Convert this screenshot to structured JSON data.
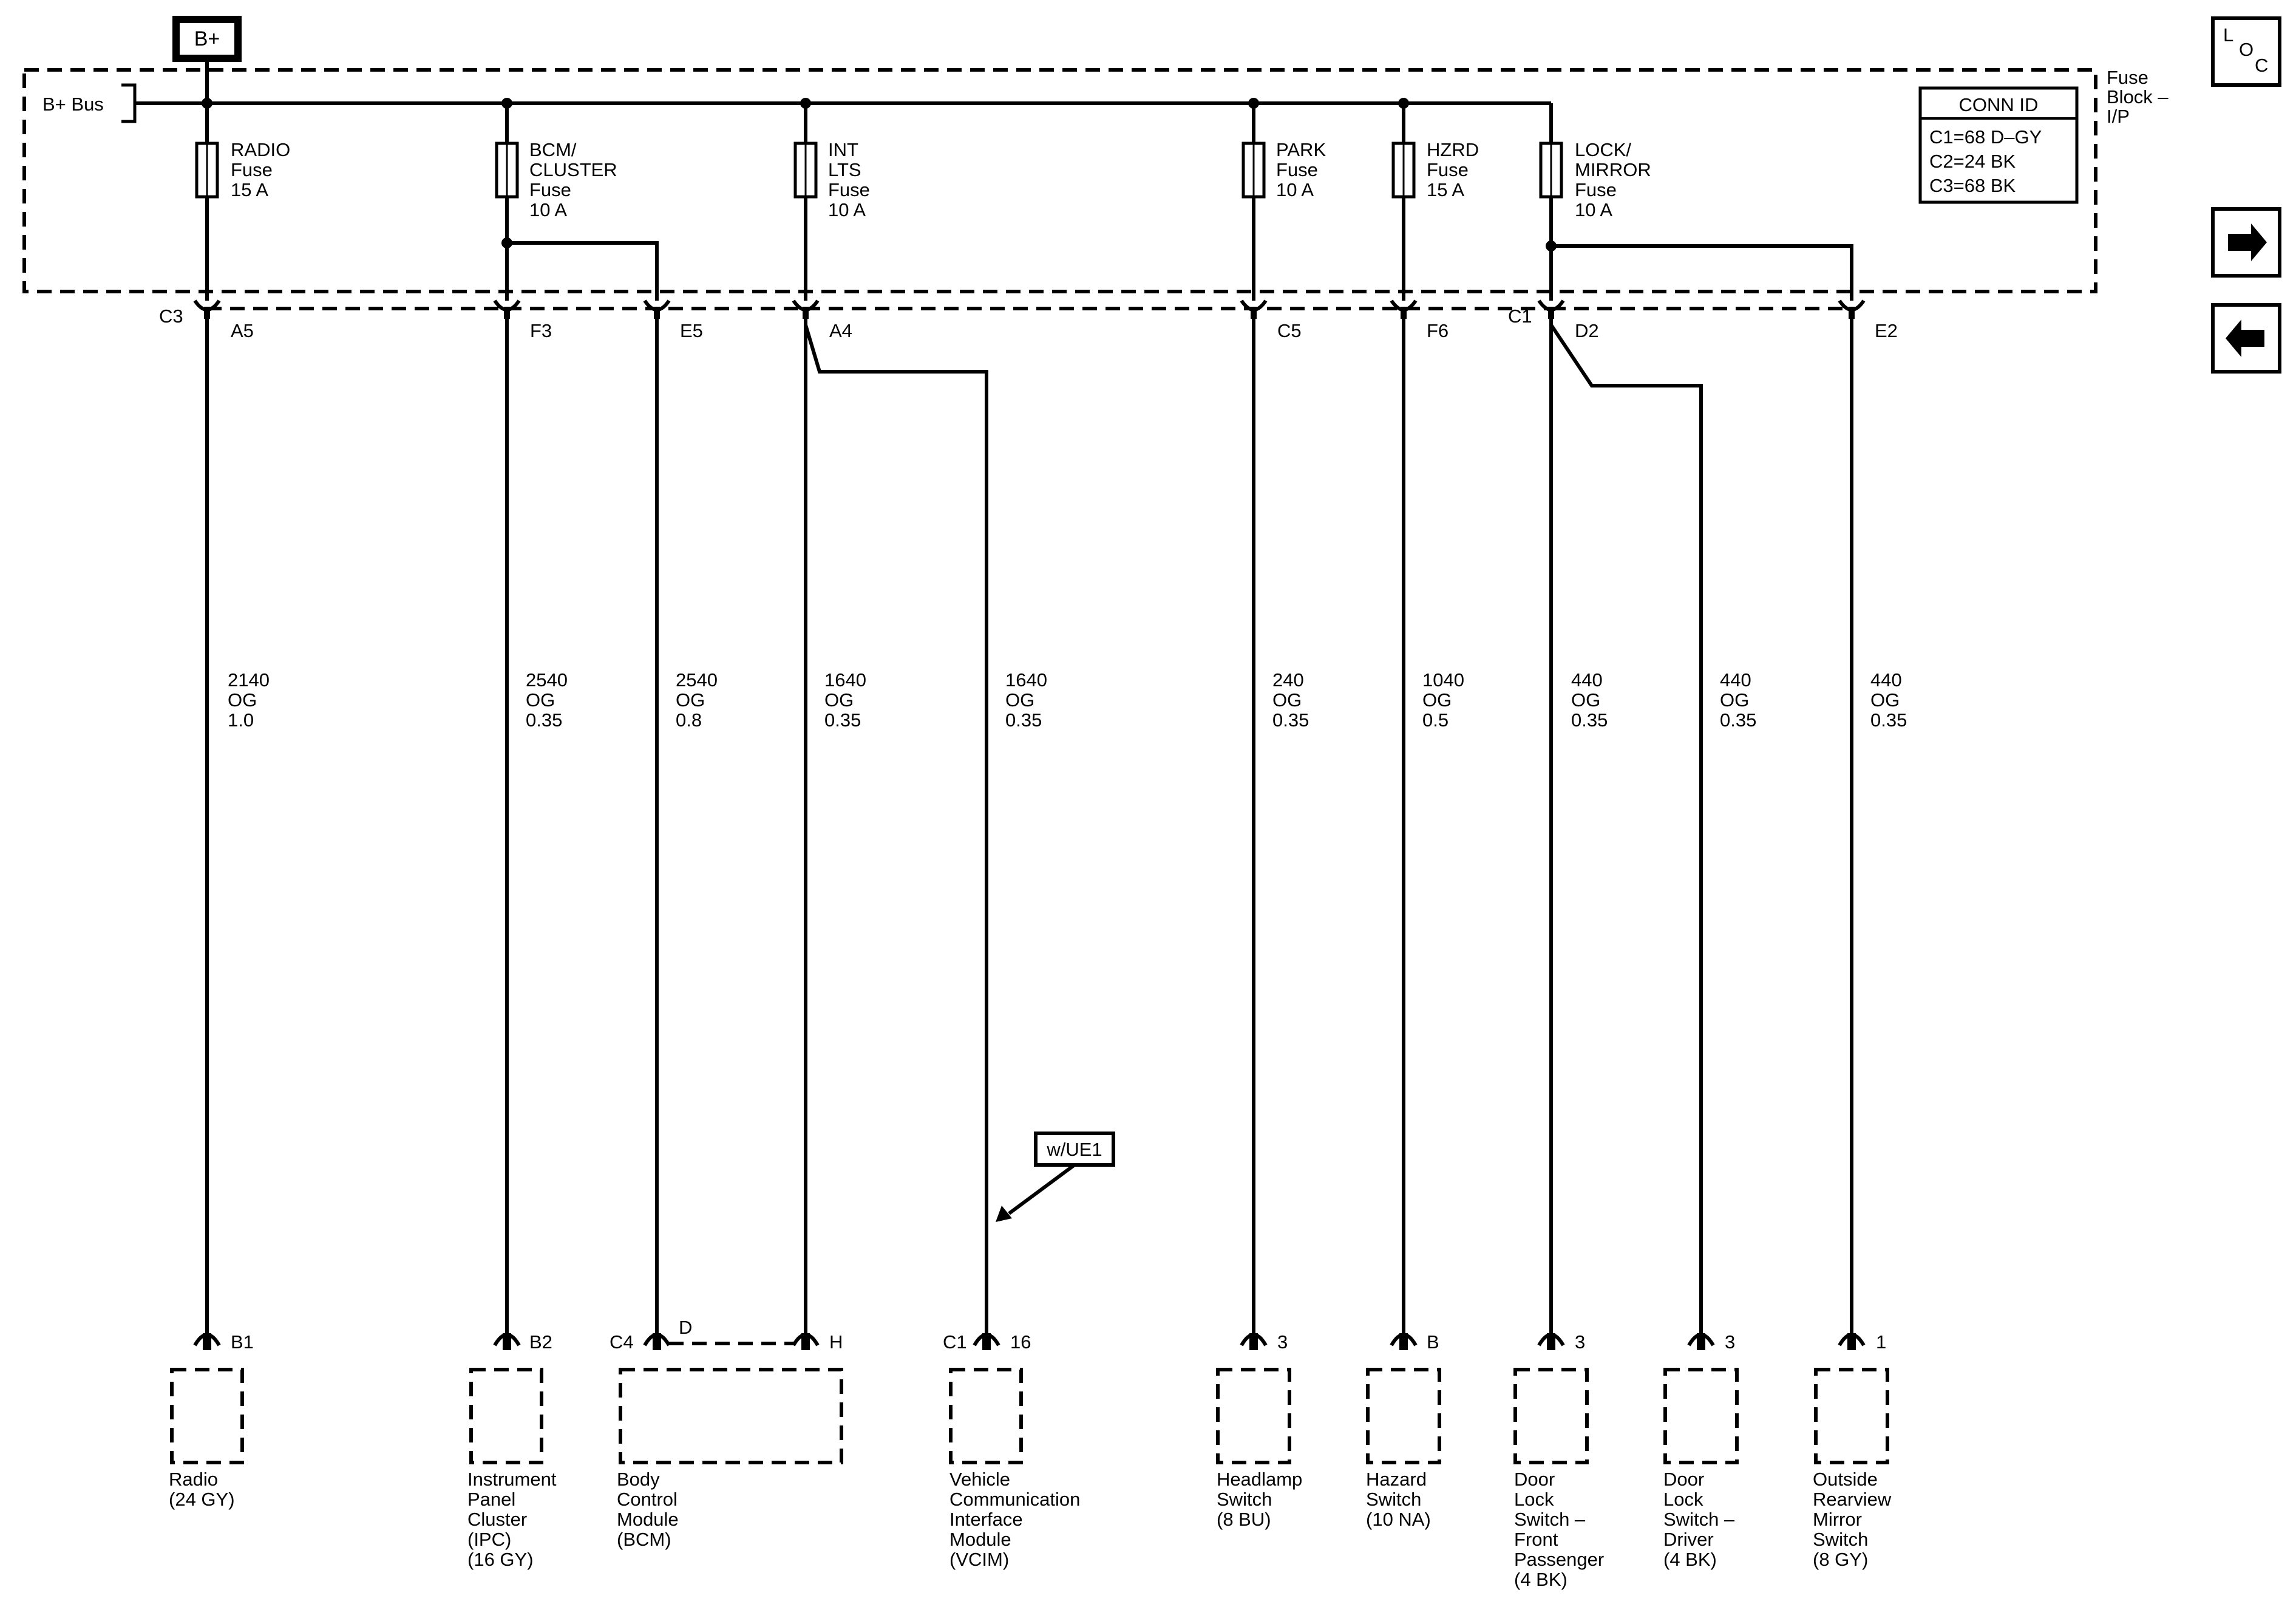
{
  "bplus_label": "B+",
  "bus_label": "B+ Bus",
  "fuse_block": {
    "label_lines": [
      "Fuse",
      "Block –",
      "I/P"
    ],
    "conn_id_title": "CONN ID",
    "conn_id_rows": [
      "C1=68 D–GY",
      "C2=24 BK",
      "C3=68 BK"
    ]
  },
  "loc_button": {
    "letters": [
      "L",
      "O",
      "C"
    ]
  },
  "nav": {
    "next_icon": "arrow-right-icon",
    "prev_icon": "arrow-left-icon"
  },
  "fuses": [
    {
      "lines": [
        "RADIO",
        "Fuse",
        "15 A"
      ]
    },
    {
      "lines": [
        "BCM/",
        "CLUSTER",
        "Fuse",
        "10 A"
      ]
    },
    {
      "lines": [
        "INT",
        "LTS",
        "Fuse",
        "10 A"
      ]
    },
    {
      "lines": [
        "PARK",
        "Fuse",
        "10 A"
      ]
    },
    {
      "lines": [
        "HZRD",
        "Fuse",
        "15 A"
      ]
    },
    {
      "lines": [
        "LOCK/",
        "MIRROR",
        "Fuse",
        "10 A"
      ]
    }
  ],
  "fuse_block_connectors": {
    "c3": "C3",
    "c1": "C1"
  },
  "top_pins": [
    "A5",
    "F3",
    "E5",
    "A4",
    "C5",
    "F6",
    "D2",
    "E2"
  ],
  "wires": [
    {
      "circuit": "2140",
      "color": "OG",
      "gauge": "1.0"
    },
    {
      "circuit": "2540",
      "color": "OG",
      "gauge": "0.35"
    },
    {
      "circuit": "2540",
      "color": "OG",
      "gauge": "0.8"
    },
    {
      "circuit": "1640",
      "color": "OG",
      "gauge": "0.35"
    },
    {
      "circuit": "1640",
      "color": "OG",
      "gauge": "0.35"
    },
    {
      "circuit": "240",
      "color": "OG",
      "gauge": "0.35"
    },
    {
      "circuit": "1040",
      "color": "OG",
      "gauge": "0.5"
    },
    {
      "circuit": "440",
      "color": "OG",
      "gauge": "0.35"
    },
    {
      "circuit": "440",
      "color": "OG",
      "gauge": "0.35"
    },
    {
      "circuit": "440",
      "color": "OG",
      "gauge": "0.35"
    }
  ],
  "option_label": "w/UE1",
  "bottom_connectors": {
    "radio_pin": "B1",
    "ipc_pin": "B2",
    "bcm_conn": "C4",
    "bcm_pin_d": "D",
    "bcm_pin_h": "H",
    "vcim_conn": "C1",
    "vcim_pin": "16",
    "headlamp_pin": "3",
    "hazard_pin": "B",
    "door_pass_pin": "3",
    "door_driver_pin": "3",
    "mirror_pin": "1"
  },
  "components": [
    {
      "lines": [
        "Radio",
        "(24 GY)"
      ]
    },
    {
      "lines": [
        "Instrument",
        "Panel",
        "Cluster",
        "(IPC)",
        "(16 GY)"
      ]
    },
    {
      "lines": [
        "Body",
        "Control",
        "Module",
        "(BCM)"
      ]
    },
    {
      "lines": [
        "Vehicle",
        "Communication",
        "Interface",
        "Module",
        "(VCIM)"
      ]
    },
    {
      "lines": [
        "Headlamp",
        "Switch",
        "(8 BU)"
      ]
    },
    {
      "lines": [
        "Hazard",
        "Switch",
        "(10 NA)"
      ]
    },
    {
      "lines": [
        "Door",
        "Lock",
        "Switch –",
        "Front",
        "Passenger",
        "(4 BK)"
      ]
    },
    {
      "lines": [
        "Door",
        "Lock",
        "Switch –",
        "Driver",
        "(4 BK)"
      ]
    },
    {
      "lines": [
        "Outside",
        "Rearview",
        "Mirror",
        "Switch",
        "(8 GY)"
      ]
    }
  ]
}
